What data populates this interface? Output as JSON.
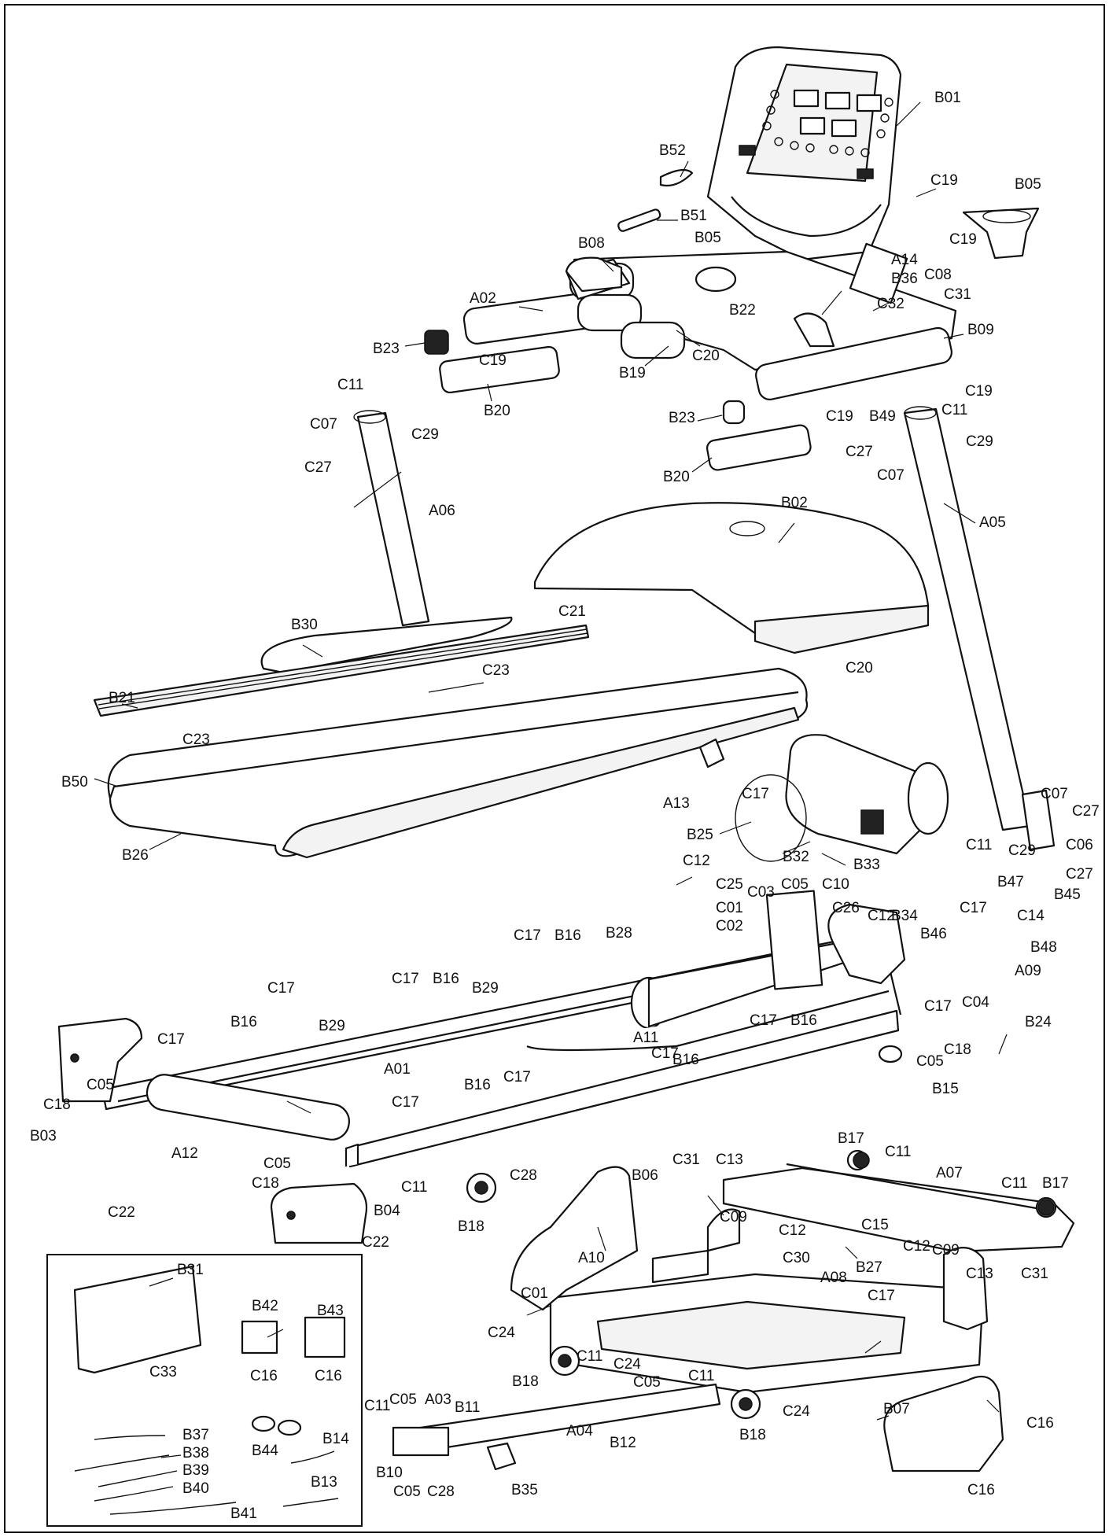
{
  "diagram": {
    "labels": {
      "B01": "B01",
      "B05": "B05",
      "B05b": "B05",
      "B52": "B52",
      "B51": "B51",
      "B08": "B08",
      "C19a": "C19",
      "C19b": "C19",
      "C19c": "C19",
      "C19d": "C19",
      "C19e": "C19",
      "A14": "A14",
      "B36": "B36",
      "C08": "C08",
      "C31a": "C31",
      "C32": "C32",
      "B22": "B22",
      "A02": "A02",
      "B23a": "B23",
      "B23b": "B23",
      "B19": "B19",
      "C20a": "C20",
      "C20b": "C20",
      "B09": "B09",
      "B20a": "B20",
      "B20b": "B20",
      "C11a": "C11",
      "C11b": "C11",
      "C11c": "C11",
      "C11d": "C11",
      "C11e": "C11",
      "C11f": "C11",
      "C11g": "C11",
      "C11h": "C11",
      "C07a": "C07",
      "C07b": "C07",
      "C07c": "C07",
      "C29a": "C29",
      "C29b": "C29",
      "C29c": "C29",
      "C27a": "C27",
      "C27b": "C27",
      "C27c": "C27",
      "C27d": "C27",
      "A06": "A06",
      "B49": "B49",
      "A05": "A05",
      "B02": "B02",
      "C21": "C21",
      "B30": "B30",
      "C23a": "C23",
      "C23b": "C23",
      "B21": "B21",
      "B50": "B50",
      "B26": "B26",
      "A13": "A13",
      "C17a": "C17",
      "C17b": "C17",
      "C17c": "C17",
      "C17d": "C17",
      "C17e": "C17",
      "C17f": "C17",
      "C17g": "C17",
      "C17h": "C17",
      "C17i": "C17",
      "C17j": "C17",
      "C17k": "C17",
      "C17l": "C17",
      "B25": "B25",
      "B32": "B32",
      "B33": "B33",
      "C06": "C06",
      "C12a": "C12",
      "C12b": "C12",
      "C12c": "C12",
      "C12d": "C12",
      "C25": "C25",
      "C01a": "C01",
      "C01b": "C01",
      "C02": "C02",
      "C03": "C03",
      "C05a": "C05",
      "C05b": "C05",
      "C05c": "C05",
      "C05d": "C05",
      "C05e": "C05",
      "C05f": "C05",
      "C10": "C10",
      "C26": "C26",
      "B34": "B34",
      "B47": "B47",
      "B45": "B45",
      "C14": "C14",
      "B46": "B46",
      "B48": "B48",
      "A09": "A09",
      "B16a": "B16",
      "B16b": "B16",
      "B16c": "B16",
      "B16d": "B16",
      "B16e": "B16",
      "B16f": "B16",
      "B28": "B28",
      "B29a": "B29",
      "B29b": "B29",
      "A11": "A11",
      "C04": "C04",
      "B24": "B24",
      "A01": "A01",
      "C18a": "C18",
      "C18b": "C18",
      "C18c": "C18",
      "B15": "B15",
      "B03": "B03",
      "A12": "A12",
      "C22a": "C22",
      "C22b": "C22",
      "B04": "B04",
      "C28a": "C28",
      "C28b": "C28",
      "B18a": "B18",
      "B18b": "B18",
      "B18c": "B18",
      "B06": "B06",
      "C13a": "C13",
      "C13b": "C13",
      "B17a": "B17",
      "B17b": "B17",
      "A07": "A07",
      "C09a": "C09",
      "C09b": "C09",
      "C15": "C15",
      "C31b": "C31",
      "C31c": "C31",
      "A10": "A10",
      "C30": "C30",
      "A08": "A08",
      "B27": "B27",
      "C24a": "C24",
      "C24b": "C24",
      "C24c": "C24",
      "A03": "A03",
      "B11": "B11",
      "A04": "A04",
      "B12": "B12",
      "B10": "B10",
      "B35": "B35",
      "B07": "B07",
      "C16a": "C16",
      "C16b": "C16",
      "C16c": "C16",
      "C16d": "C16",
      "B31": "B31",
      "B42": "B42",
      "B43": "B43",
      "C33": "C33",
      "B44": "B44",
      "B37": "B37",
      "B38": "B38",
      "B39": "B39",
      "B40": "B40",
      "B41": "B41",
      "B14": "B14",
      "B13": "B13"
    }
  }
}
